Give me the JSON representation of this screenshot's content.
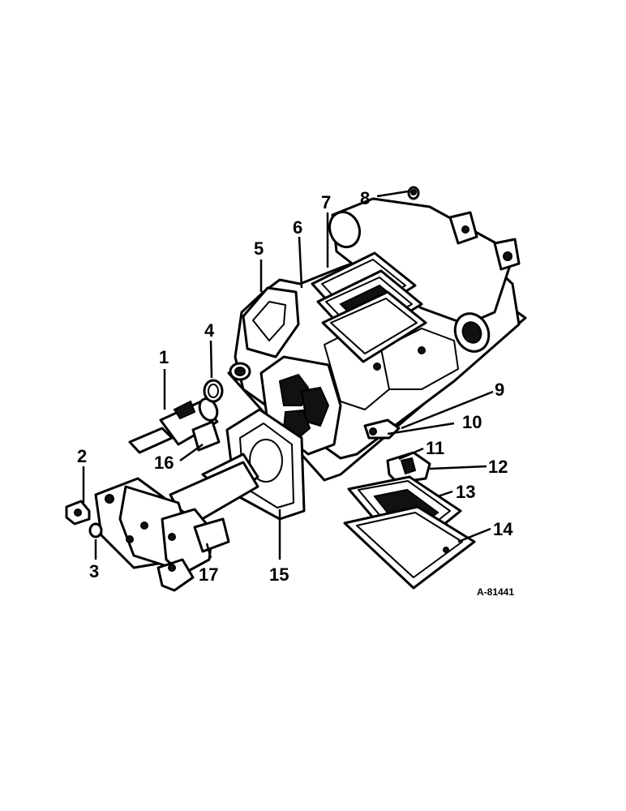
{
  "diagram": {
    "figure_id": "A-81441",
    "callouts": [
      {
        "id": "1",
        "label": "1"
      },
      {
        "id": "2",
        "label": "2"
      },
      {
        "id": "3",
        "label": "3"
      },
      {
        "id": "4",
        "label": "4"
      },
      {
        "id": "5",
        "label": "5"
      },
      {
        "id": "6",
        "label": "6"
      },
      {
        "id": "7",
        "label": "7"
      },
      {
        "id": "8",
        "label": "8"
      },
      {
        "id": "9",
        "label": "9"
      },
      {
        "id": "10",
        "label": "10"
      },
      {
        "id": "11",
        "label": "11"
      },
      {
        "id": "12",
        "label": "12"
      },
      {
        "id": "13",
        "label": "13"
      },
      {
        "id": "14",
        "label": "14"
      },
      {
        "id": "15",
        "label": "15"
      },
      {
        "id": "16",
        "label": "16"
      },
      {
        "id": "17",
        "label": "17"
      }
    ]
  }
}
